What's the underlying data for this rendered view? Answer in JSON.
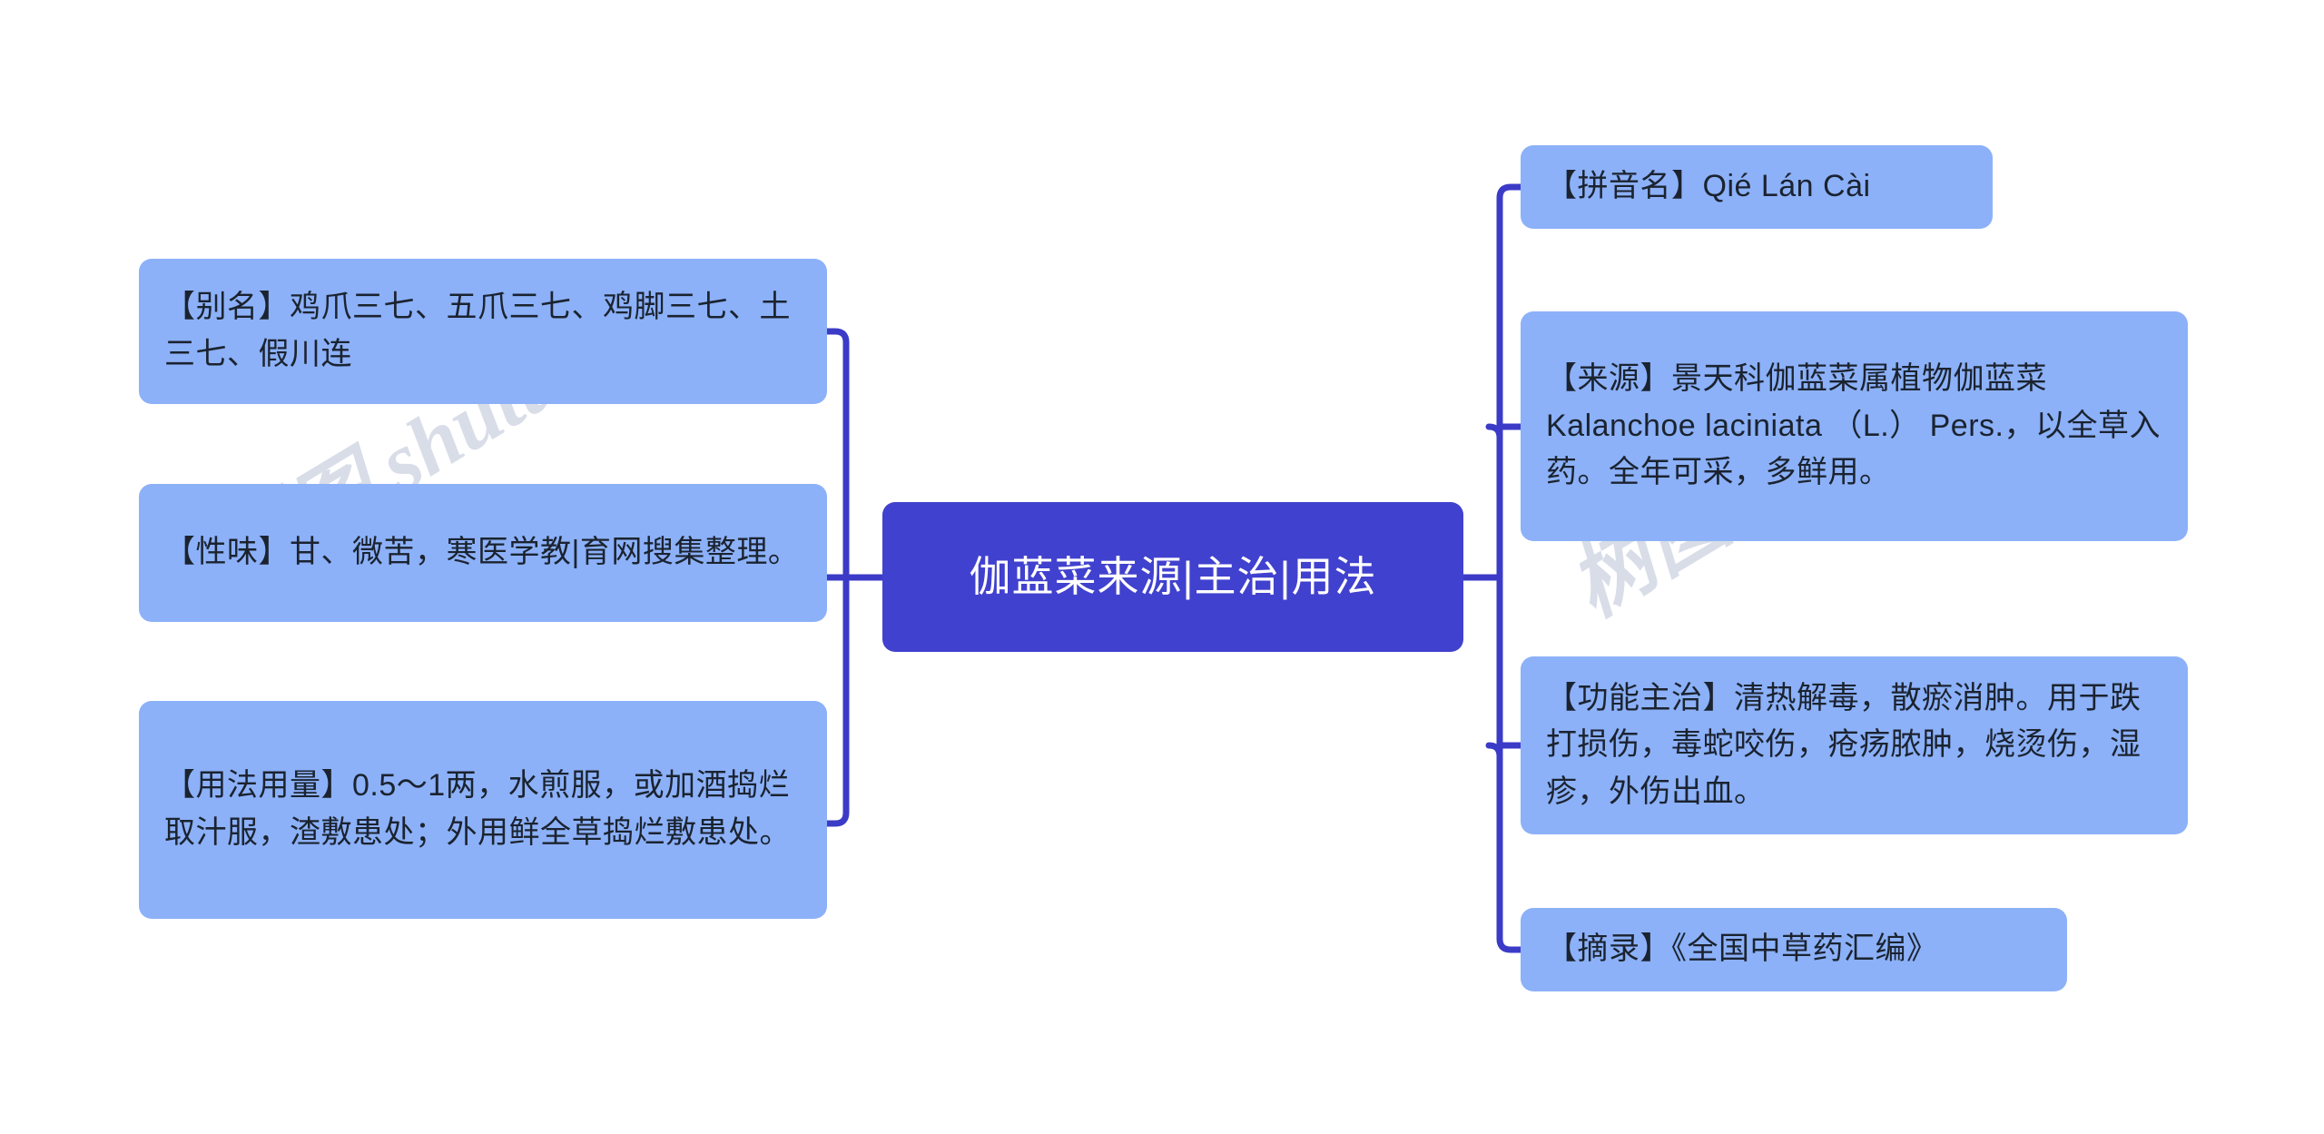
{
  "diagram": {
    "type": "mind-map",
    "root": {
      "label": "伽蓝菜来源|主治|用法",
      "fill": "#4141cf",
      "text_color": "#ffffff"
    },
    "branch_color": "#3b3bc8",
    "child_fill": "#8cb1f8",
    "child_text_color": "#1b2330",
    "background": "#ffffff",
    "left_nodes": [
      {
        "label": "【别名】鸡爪三七、五爪三七、鸡脚三七、土三七、假川连"
      },
      {
        "label": "【性味】甘、微苦，寒医学教|育网搜集整理。"
      },
      {
        "label": "【用法用量】0.5～1两，水煎服，或加酒捣烂取汁服，渣敷患处；外用鲜全草捣烂敷患处。"
      }
    ],
    "right_nodes": [
      {
        "label": "【拼音名】Qié Lán Cài"
      },
      {
        "label": "【来源】景天科伽蓝菜属植物伽蓝菜Kalanchoe laciniata （L.） Pers.，以全草入药。全年可采，多鲜用。"
      },
      {
        "label": "【功能主治】清热解毒，散瘀消肿。用于跌打损伤，毒蛇咬伤，疮疡脓肿，烧烫伤，湿疹，外伤出血。"
      },
      {
        "label": "【摘录】《全国中草药汇编》"
      }
    ]
  },
  "watermark": {
    "left": "树图 shutu.cn",
    "right": "树图 shutu.cn"
  }
}
